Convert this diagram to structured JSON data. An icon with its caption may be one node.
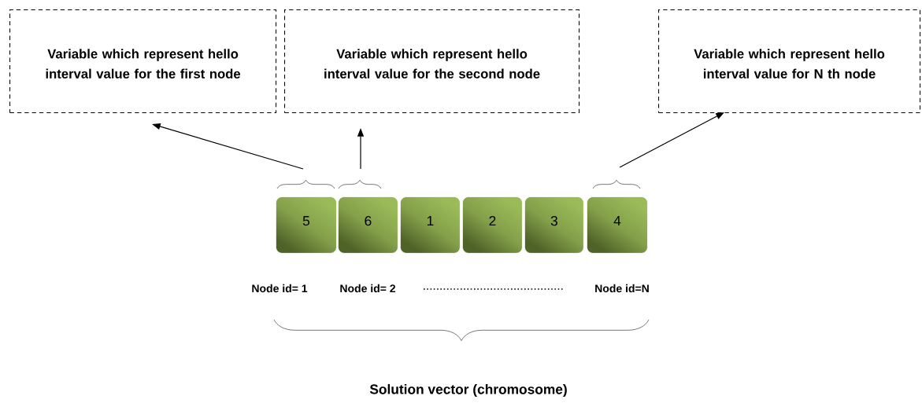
{
  "diagram": {
    "nodes": [
      {
        "text": [
          "Variable which represent hello interval value for the first node"
        ]
      },
      {
        "text": [
          "Variable which represent hello interval value for the second node"
        ]
      },
      {
        "text": [
          "Variable which represent hello interval value for N th node"
        ]
      },
      {
        "text": [
          "5"
        ]
      },
      {
        "text": [
          "6"
        ]
      },
      {
        "text": [
          "1"
        ]
      },
      {
        "text": [
          "2"
        ]
      },
      {
        "text": [
          "3"
        ]
      },
      {
        "text": [
          "4"
        ]
      }
    ],
    "edges": [
      {
        "from": 3,
        "to": 0,
        "arrow": "to"
      },
      {
        "from": 4,
        "to": 1,
        "arrow": "to"
      },
      {
        "from": 8,
        "to": 2,
        "arrow": "to"
      }
    ],
    "labels": [
      "Node id= 1",
      "Node id= 2",
      "Node id=N",
      "Solution vector (chromosome)"
    ]
  }
}
